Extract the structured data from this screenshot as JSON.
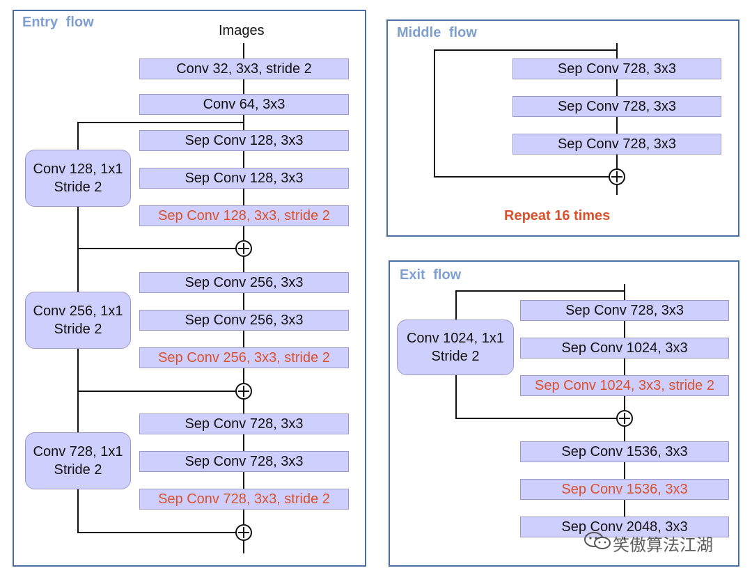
{
  "entry": {
    "title": "Entry  flow",
    "input": "Images",
    "blocks": [
      {
        "text": "Conv 32, 3x3, stride 2",
        "highlight": false
      },
      {
        "text": "Conv 64, 3x3",
        "highlight": false
      },
      {
        "text": "Sep Conv 128, 3x3",
        "highlight": false
      },
      {
        "text": "Sep Conv 128, 3x3",
        "highlight": false
      },
      {
        "text": "Sep Conv 128, 3x3, stride 2",
        "highlight": true
      },
      {
        "text": "Sep Conv 256, 3x3",
        "highlight": false
      },
      {
        "text": "Sep Conv 256, 3x3",
        "highlight": false
      },
      {
        "text": "Sep Conv 256, 3x3, stride 2",
        "highlight": true
      },
      {
        "text": "Sep Conv 728, 3x3",
        "highlight": false
      },
      {
        "text": "Sep Conv 728, 3x3",
        "highlight": false
      },
      {
        "text": "Sep Conv 728, 3x3, stride 2",
        "highlight": true
      }
    ],
    "shortcuts": [
      {
        "line1": "Conv 128, 1x1",
        "line2": "Stride 2"
      },
      {
        "line1": "Conv 256, 1x1",
        "line2": "Stride 2"
      },
      {
        "line1": "Conv 728, 1x1",
        "line2": "Stride 2"
      }
    ]
  },
  "middle": {
    "title": "Middle  flow",
    "blocks": [
      {
        "text": "Sep Conv 728, 3x3",
        "highlight": false
      },
      {
        "text": "Sep Conv 728, 3x3",
        "highlight": false
      },
      {
        "text": "Sep Conv 728, 3x3",
        "highlight": false
      }
    ],
    "repeat": "Repeat 16 times"
  },
  "exit": {
    "title": "Exit  flow",
    "blocks": [
      {
        "text": "Sep Conv 728, 3x3",
        "highlight": false
      },
      {
        "text": "Sep Conv 1024, 3x3",
        "highlight": false
      },
      {
        "text": "Sep Conv 1024, 3x3, stride 2",
        "highlight": true
      },
      {
        "text": "Sep Conv 1536, 3x3",
        "highlight": false
      },
      {
        "text": "Sep Conv 1536, 3x3",
        "highlight": true
      },
      {
        "text": "Sep Conv 2048, 3x3",
        "highlight": false
      }
    ],
    "shortcuts": [
      {
        "line1": "Conv 1024, 1x1",
        "line2": "Stride 2"
      }
    ]
  },
  "watermark": "笑傲算法江湖",
  "colors": {
    "block_fill": "#cfcffd",
    "highlight_text": "#d9512c",
    "title": "#7f9fd0",
    "frame": "#4a6fa5"
  }
}
